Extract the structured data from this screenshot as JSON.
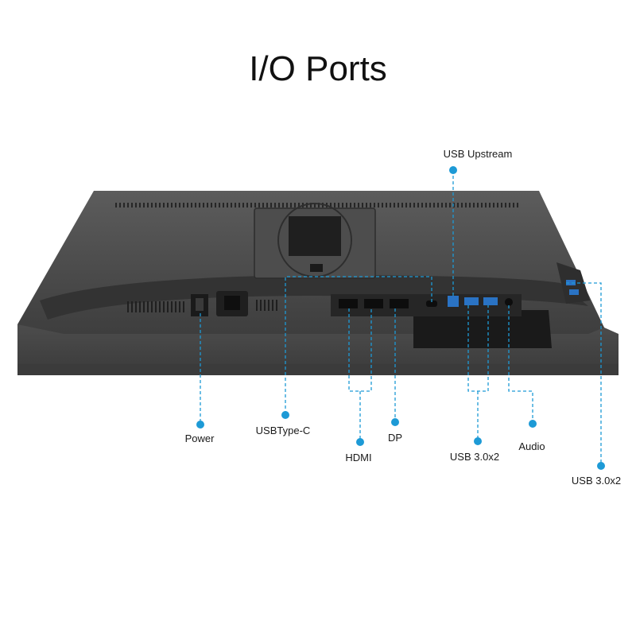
{
  "title": "I/O Ports",
  "accent_color": "#1d9ad6",
  "monitor_color": "#4a4a4a",
  "labels": {
    "usb_upstream": "USB Upstream",
    "power": "Power",
    "usb_type_c": "USBType-C",
    "hdmi": "HDMI",
    "dp": "DP",
    "usb_30x2_rear": "USB 3.0x2",
    "audio": "Audio",
    "usb_30x2_side": "USB 3.0x2"
  }
}
